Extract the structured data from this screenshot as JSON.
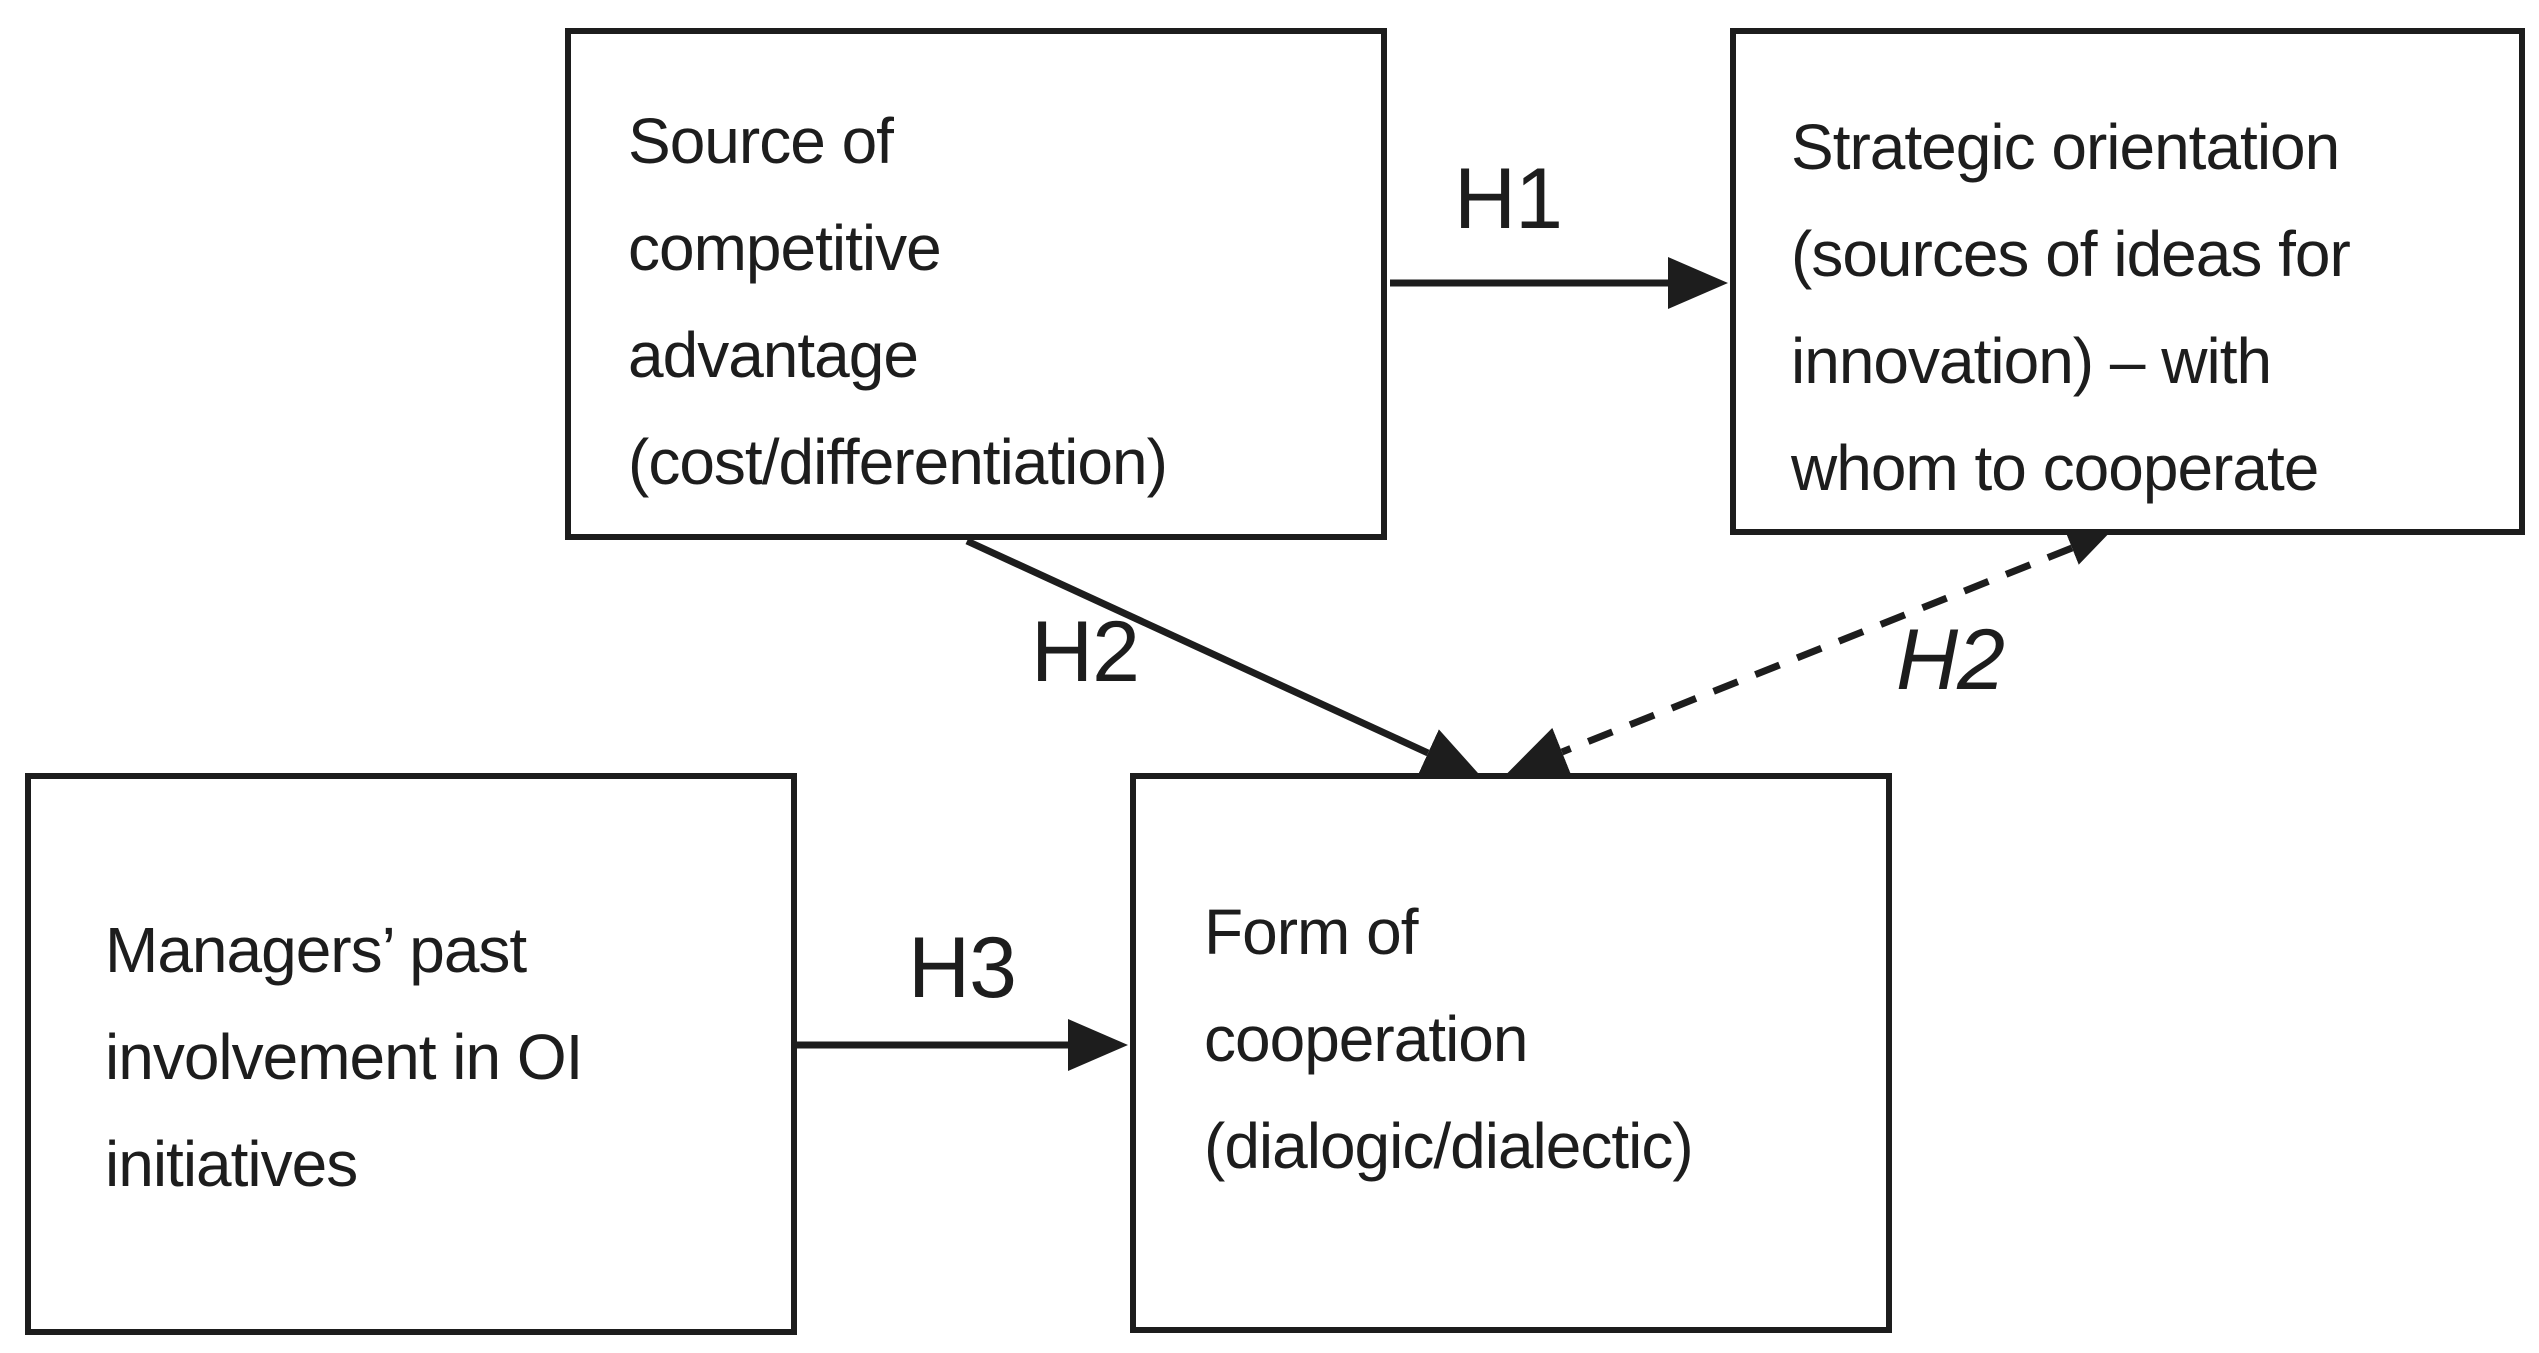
{
  "title": "Research model diagram",
  "colors": {
    "background": "#ffffff",
    "ink": "#1d1d1d"
  },
  "nodes": {
    "source": {
      "label": "Source of\ncompetitive\nadvantage\n(cost/differentiation)"
    },
    "strategic": {
      "label": "Strategic orientation\n(sources of ideas for\ninnovation) – with\nwhom to cooperate"
    },
    "managers": {
      "label": "Managers’ past\ninvolvement in OI\ninitiatives"
    },
    "cooperation": {
      "label": "Form of\ncooperation\n(dialogic/dialectic)"
    }
  },
  "edges": {
    "h1": {
      "label": "H1",
      "from": "source",
      "to": "strategic",
      "style": "solid"
    },
    "h2_solid": {
      "label": "H2",
      "from": "source",
      "to": "cooperation",
      "style": "solid"
    },
    "h2_dashed": {
      "label": "H2",
      "from": "strategic",
      "to": "cooperation",
      "style": "dashed"
    },
    "h3": {
      "label": "H3",
      "from": "managers",
      "to": "cooperation",
      "style": "solid"
    }
  }
}
